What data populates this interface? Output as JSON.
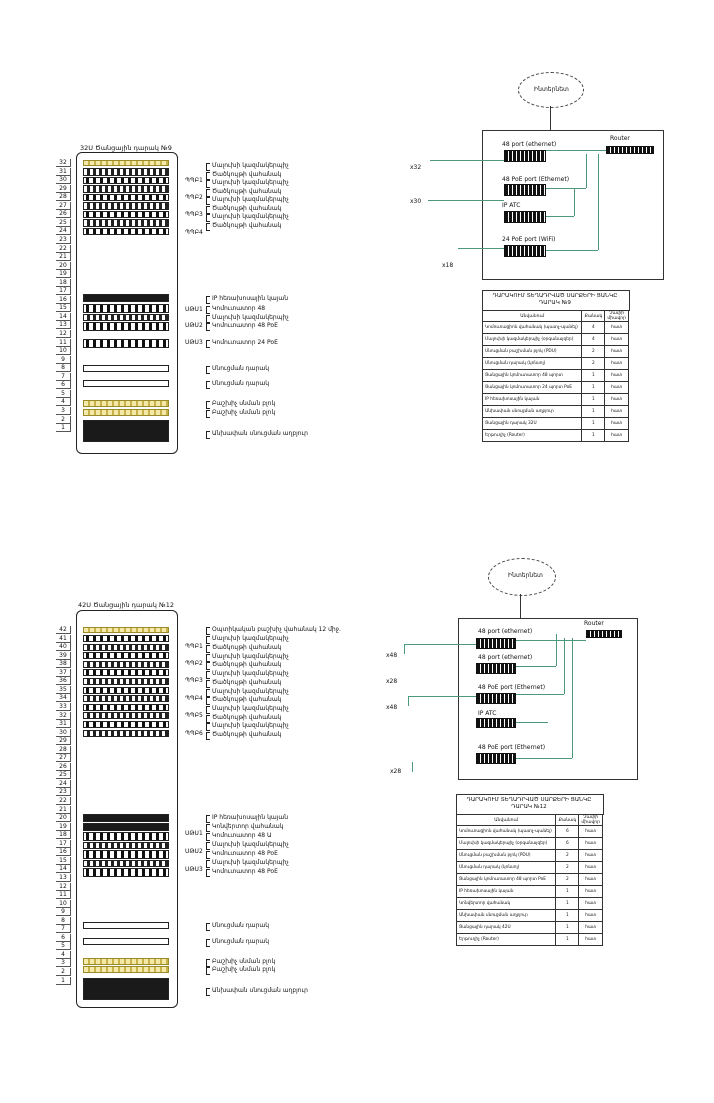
{
  "rack1": {
    "title": "32U Ծանցային դարակ №9",
    "units": [
      "32",
      "31",
      "30",
      "29",
      "28",
      "27",
      "26",
      "25",
      "24",
      "23",
      "22",
      "21",
      "20",
      "19",
      "18",
      "17",
      "16",
      "15",
      "14",
      "13",
      "12",
      "11",
      "10",
      "9",
      "8",
      "7",
      "6",
      "5",
      "4",
      "3",
      "2",
      "1"
    ],
    "tags": [
      "ՊՊԲ1",
      "ՊՊԲ2",
      "ՊՊԲ3",
      "ՊՊԲ4",
      "ՍԹՍ1",
      "ՍԹՍ2",
      "ՍԹՍ3"
    ],
    "labels": [
      "Մալուխի կազմակերպիչ",
      "Ծածկույթի վահանակ",
      "Մալուխի կազմակերպիչ",
      "Ծածկույթի վահանակ",
      "Մալուխի կազմակերպիչ",
      "Ծածկույթի վահանակ",
      "Մալուխի կազմակերպիչ",
      "Ծածկույթի վահանակ",
      "IP հեռախոսային կայան",
      "Կոմուտատոր 48",
      "Մալուխի կազմակերպիչ",
      "Կոմուտատոր 48 PoE",
      "Կոմուտատոր 24 PoE",
      "Սնուցման դարակ",
      "Սնուցման դարակ",
      "Բաշխիչ սնման բլոկ",
      "Բաշխիչ սնման բլոկ",
      "Անխափան սնուցման աղբյուր"
    ]
  },
  "rack2": {
    "title": "42U Ծանցային դարակ №12",
    "units": [
      "42",
      "41",
      "40",
      "39",
      "38",
      "37",
      "36",
      "35",
      "34",
      "33",
      "32",
      "31",
      "30",
      "29",
      "28",
      "27",
      "26",
      "25",
      "24",
      "23",
      "22",
      "21",
      "20",
      "19",
      "18",
      "17",
      "16",
      "15",
      "14",
      "13",
      "12",
      "11",
      "10",
      "9",
      "8",
      "7",
      "6",
      "5",
      "4",
      "3",
      "2",
      "1"
    ],
    "tags": [
      "ՊՊԲ1",
      "ՊՊԲ2",
      "ՊՊԲ3",
      "ՊՊԲ4",
      "ՊՊԲ5",
      "ՊՊԲ6",
      "ՍԹՍ1",
      "ՍԹՍ2",
      "ՍԹՍ3"
    ],
    "labels": [
      "Օպտիկական բաշխիչ վահանակ 12 միջ.",
      "Մալուխի կազմակերպիչ",
      "Ծածկույթի վահանակ",
      "Մալուխի կազմակերպիչ",
      "Ծածկույթի վահանակ",
      "Մալուխի կազմակերպիչ",
      "Ծածկույթի վահանակ",
      "Մալուխի կազմակերպիչ",
      "Ծածկույթի վահանակ",
      "Մալուխի կազմակերպիչ",
      "Ծածկույթի վահանակ",
      "Մալուխի կազմակերպիչ",
      "Ծածկույթի վահանակ",
      "IP հեռախոսային կայան",
      "Կոնվերտոր վահանակ",
      "Կոմուտատոր 48 Ա",
      "Մալուխի կազմակերպիչ",
      "Կոմուտատոր 48 PoE",
      "Մալուխի կազմակերպիչ",
      "Կոմուտատոր 48 PoE",
      "Սնուցման դարակ",
      "Սնուցման դարակ",
      "Բաշխիչ սնման բլոկ",
      "Բաշխիչ սնման բլոկ",
      "Անխափան սնուցման աղբյուր"
    ]
  },
  "net1": {
    "cloud": "Ինտերնետ",
    "router": "Router",
    "switches": [
      "48 port (ethernet)",
      "48 PoE port (Ethernet)",
      "IP ATC",
      "24 PoE port (WiFi)"
    ],
    "counts": [
      "x32",
      "x30",
      "x18"
    ]
  },
  "net2": {
    "cloud": "Ինտերնետ",
    "router": "Router",
    "switches": [
      "48 port (ethernet)",
      "48 port (ethernet)",
      "48 PoE port (Ethernet)",
      "IP ATC",
      "48 PoE port (Ethernet)"
    ],
    "counts": [
      "x48",
      "x28",
      "x48",
      "x28"
    ]
  },
  "table1": {
    "title": "ԴԱՐԱԿՈՒՄ ՏԵՂԱԴՐՎԱԾ ՍԱՐՔԵՐԻ ՑԱՆԿԸ",
    "subtitle": "ԴԱՐԱԿ №9",
    "headers": [
      "Անվանում",
      "Քանակ",
      "Չափի միավոր"
    ],
    "rows": [
      [
        "Կոմուտացիոն վահանակ (պատչ-պանել)",
        "4",
        "հատ"
      ],
      [
        "Մալուխի կազմակերպիչ (օրգանայզեր)",
        "4",
        "հատ"
      ],
      [
        "Սնուցման բաշխման բլոկ (PDU)",
        "2",
        "հատ"
      ],
      [
        "Սնուցման դարակ (կոնսոլ)",
        "2",
        "հատ"
      ],
      [
        "Ցանցային կոմուտատոր 48 պորտ",
        "1",
        "հատ"
      ],
      [
        "Ցանցային կոմուտատոր 24 պորտ PoE",
        "1",
        "հատ"
      ],
      [
        "IP հեռախոսային կայան",
        "1",
        "հատ"
      ],
      [
        "Անխափան սնուցման աղբյուր",
        "1",
        "հատ"
      ],
      [
        "Ցանցային դարակ 32U",
        "1",
        "հատ"
      ],
      [
        "Երթուղիչ (Router)",
        "1",
        "հատ"
      ]
    ]
  },
  "table2": {
    "title": "ԴԱՐԱԿՈՒՄ ՏԵՂԱԴՐՎԱԾ ՍԱՐՔԵՐԻ ՑԱՆԿԸ",
    "subtitle": "ԴԱՐԱԿ №12",
    "headers": [
      "Անվանում",
      "Քանակ",
      "Չափի միավոր"
    ],
    "rows": [
      [
        "Կոմուտացիոն վահանակ (պատչ-պանել)",
        "6",
        "հատ"
      ],
      [
        "Մալուխի կազմակերպիչ (օրգանայզեր)",
        "6",
        "հատ"
      ],
      [
        "Սնուցման բաշխման բլոկ (PDU)",
        "2",
        "հատ"
      ],
      [
        "Սնուցման դարակ (կոնսոլ)",
        "2",
        "հատ"
      ],
      [
        "Ցանցային կոմուտատոր 48 պորտ PoE",
        "2",
        "հատ"
      ],
      [
        "IP հեռախոսային կայան",
        "1",
        "հատ"
      ],
      [
        "Կոնվերտոր վահանակ",
        "1",
        "հատ"
      ],
      [
        "Անխափան սնուցման աղբյուր",
        "1",
        "հատ"
      ],
      [
        "Ցանցային դարակ 42U",
        "1",
        "հատ"
      ],
      [
        "Երթուղիչ (Router)",
        "1",
        "հատ"
      ]
    ]
  }
}
